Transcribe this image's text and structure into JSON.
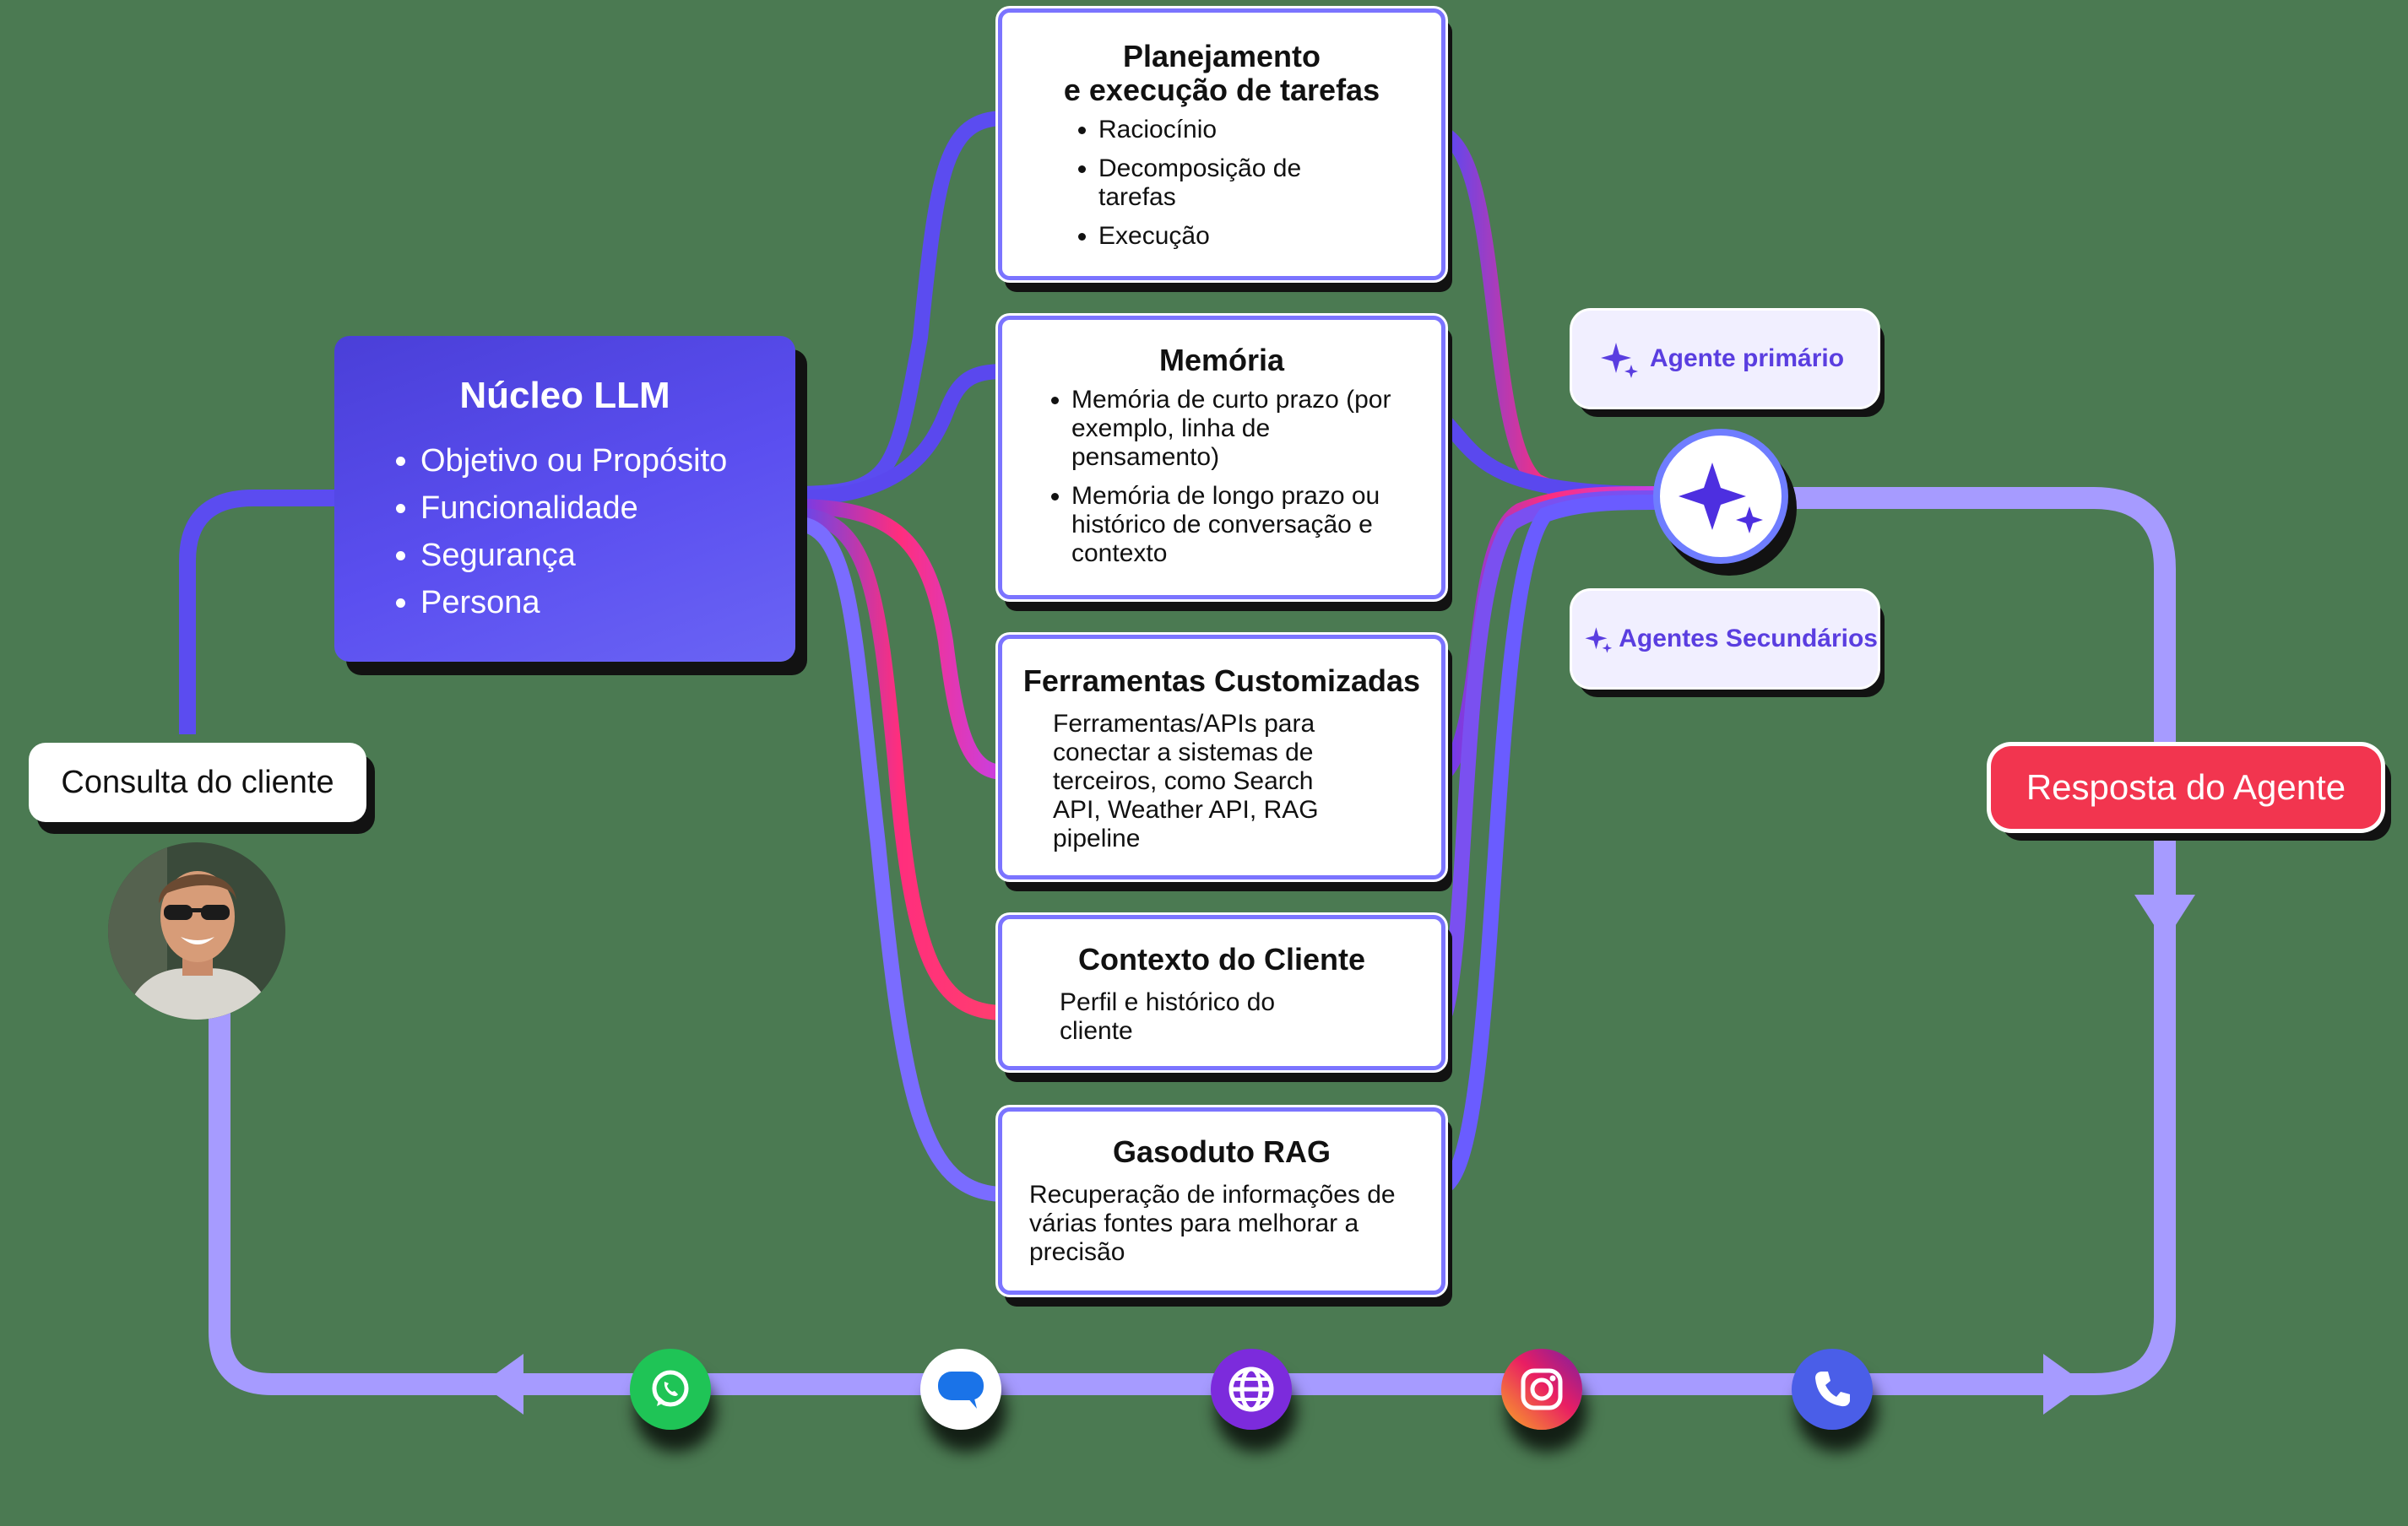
{
  "customer_query": "Consulta do cliente",
  "core": {
    "title": "Núcleo LLM",
    "items": [
      "Objetivo ou Propósito",
      "Funcionalidade",
      "Segurança",
      "Persona"
    ]
  },
  "modules": {
    "planning": {
      "title_line1": "Planejamento",
      "title_line2": "e execução de tarefas",
      "items": [
        "Raciocínio",
        "Decomposição de tarefas",
        "Execução"
      ]
    },
    "memory": {
      "title": "Memória",
      "items": [
        "Memória de curto prazo (por exemplo, linha de pensamento)",
        "Memória de longo prazo ou histórico de conversação e contexto"
      ]
    },
    "tools": {
      "title": "Ferramentas Customizadas",
      "desc": "Ferramentas/APIs para conectar a sistemas de terceiros, como Search API, Weather API, RAG pipeline"
    },
    "context": {
      "title": "Contexto do Cliente",
      "desc": "Perfil e histórico do cliente"
    },
    "rag": {
      "title": "Gasoduto RAG",
      "desc": "Recuperação de informações de várias fontes para melhorar a precisão"
    }
  },
  "agents": {
    "primary": "Agente primário",
    "secondary": "Agentes Secundários"
  },
  "response": "Resposta do Agente",
  "channels": [
    "whatsapp-icon",
    "messages-icon",
    "web-icon",
    "instagram-icon",
    "phone-icon"
  ],
  "colors": {
    "flow_blue": "#5b4cf0",
    "flow_pink": "#ff2e7d",
    "loop": "#a69bff",
    "response": "#f2354f",
    "core": "#5246e6"
  }
}
